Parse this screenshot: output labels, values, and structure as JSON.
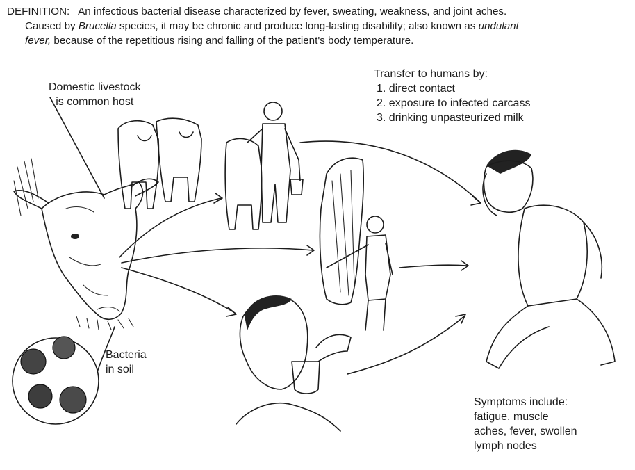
{
  "definition": {
    "label": "DEFINITION:",
    "line1": "An infectious bacterial disease characterized by fever, sweating, weakness, and joint aches.",
    "line2_a": "Caused by ",
    "line2_italic": "Brucella",
    "line2_b": " species, it may be chronic and produce long-lasting disability; also known as ",
    "line2_italic2": "undulant",
    "line3_italic": "fever,",
    "line3_b": " because of the repetitious rising and falling of the patient's body temperature."
  },
  "labels": {
    "livestock_1": "Domestic livestock",
    "livestock_2": "is common host",
    "bacteria_1": "Bacteria",
    "bacteria_2": "in soil",
    "transfer_title": "Transfer to humans by:",
    "transfer_items": [
      "1.  direct contact",
      "2.  exposure to infected carcass",
      "3.  drinking unpasteurized milk"
    ],
    "symptoms": [
      "Symptoms include:",
      "fatigue, muscle",
      "aches, fever, swollen",
      "lymph nodes"
    ]
  }
}
